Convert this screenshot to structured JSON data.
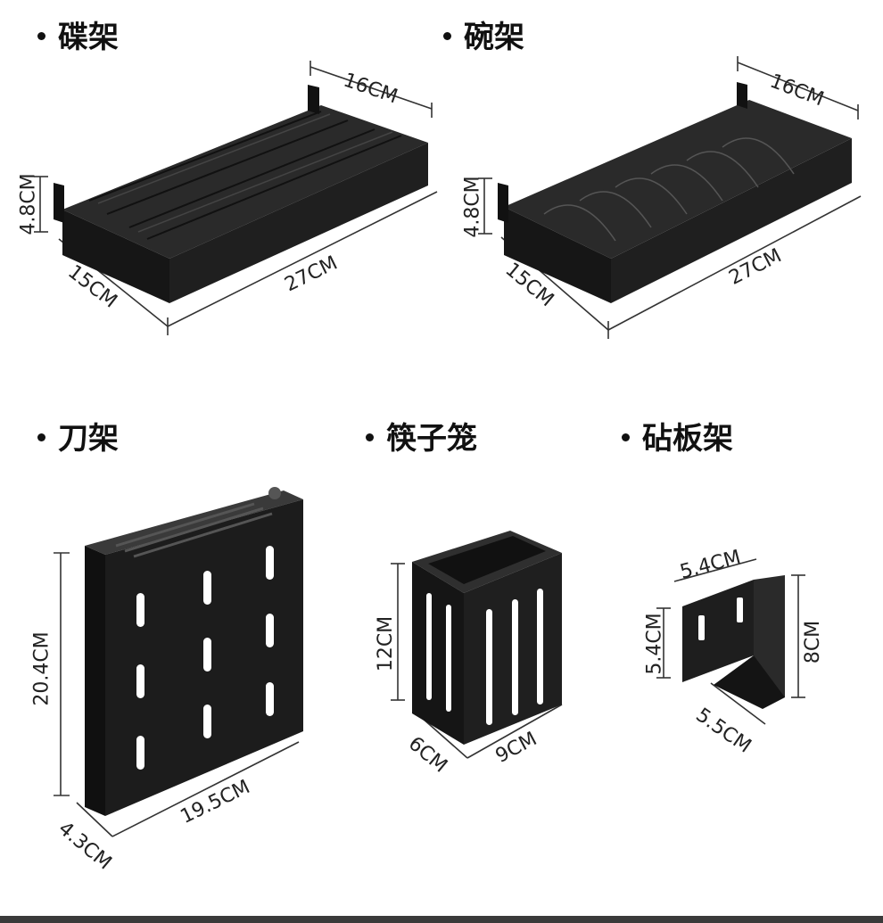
{
  "products": {
    "dish_rack": {
      "title": "碟架",
      "width": "16CM",
      "height": "4.8CM",
      "depth": "15CM",
      "length": "27CM"
    },
    "bowl_rack": {
      "title": "碗架",
      "width": "16CM",
      "height": "4.8CM",
      "depth": "15CM",
      "length": "27CM"
    },
    "knife_rack": {
      "title": "刀架",
      "height": "20.4CM",
      "length": "19.5CM",
      "depth": "4.3CM"
    },
    "chopstick_cage": {
      "title": "筷子笼",
      "height": "12CM",
      "depth": "6CM",
      "length": "9CM"
    },
    "board_rack": {
      "title": "砧板架",
      "top": "5.4CM",
      "left": "5.4CM",
      "right": "8CM",
      "bottom": "5.5CM"
    }
  },
  "colors": {
    "product": "#1c1c1c",
    "line": "#333333",
    "bar": "#3a3a3a"
  }
}
